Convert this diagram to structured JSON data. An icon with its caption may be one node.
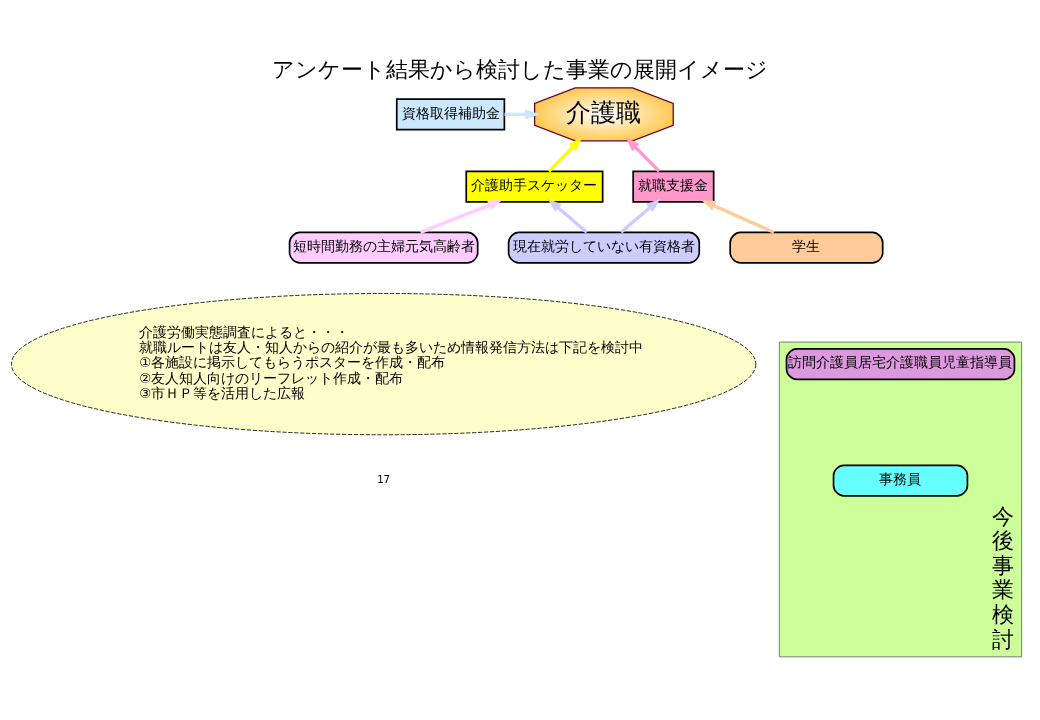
{
  "diagram": {
    "title": "アンケート結果から検討した事業の展開イメージ",
    "nodes": [
      {
        "text": [
          "資格取得補助金"
        ]
      },
      {
        "text": [
          "介護職"
        ]
      },
      {
        "text": [
          "介護助手スケッター"
        ]
      },
      {
        "text": [
          "就職支援金"
        ]
      },
      {
        "text": [
          "短時間勤務の主婦元気高齢者"
        ]
      },
      {
        "text": [
          "現在就労していない有資格者"
        ]
      },
      {
        "text": [
          "学生"
        ]
      },
      {
        "text": [
          "今後事業検討"
        ]
      },
      {
        "text": [
          "訪問介護員居宅介護職員児童指導員"
        ],
        "in": 7
      },
      {
        "text": [
          "事務員"
        ],
        "in": 7
      },
      {
        "text": [
          "介護労働実態調査によると・・・",
          "就職ルートは友人・知人からの紹介が最も多いため情報発信方法は下記を検討中",
          "①各施設に掲示してもらうポスターを作成・配布",
          "②友人知人向けのリーフレット作成・配布",
          "③市ＨＰ等を活用した広報"
        ]
      }
    ],
    "edges": [
      {
        "from": 0,
        "to": 1,
        "arrow": "to",
        "color": "#cce8ff"
      },
      {
        "from": 2,
        "to": 1,
        "arrow": "to",
        "color": "#ffff00"
      },
      {
        "from": 3,
        "to": 1,
        "arrow": "to",
        "color": "#ff99cc"
      },
      {
        "from": 4,
        "to": 2,
        "arrow": "to",
        "color": "#ffccff"
      },
      {
        "from": 5,
        "to": 2,
        "arrow": "to",
        "color": "#ccccff"
      },
      {
        "from": 5,
        "to": 3,
        "arrow": "to",
        "color": "#ccccff"
      },
      {
        "from": 6,
        "to": 3,
        "arrow": "to",
        "color": "#ffcc99"
      }
    ],
    "labels": [
      "17"
    ]
  }
}
